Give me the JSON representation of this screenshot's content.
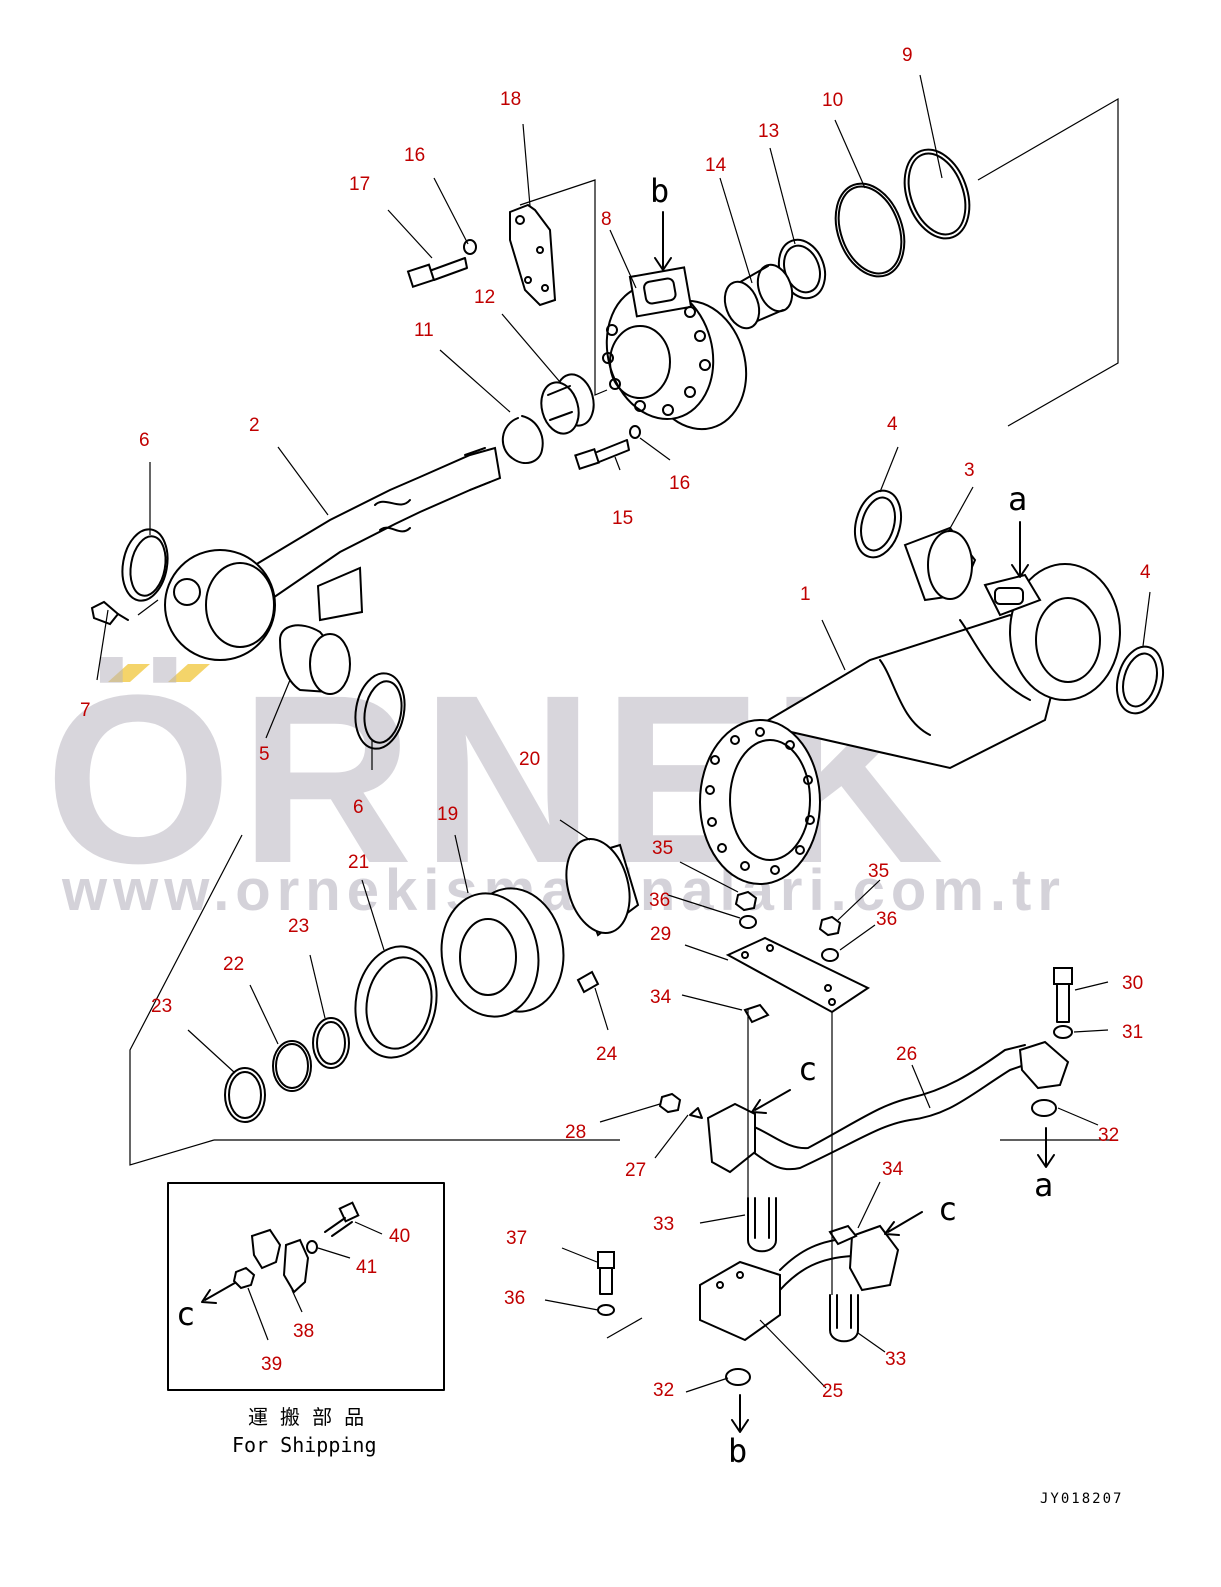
{
  "watermark": {
    "brand": "ÖRNEK",
    "url": "www.ornekismakinalari.com.tr",
    "brand_color": "#b8b4c0",
    "accent_color": "#f4d46a"
  },
  "labels": [
    {
      "id": "l1",
      "text": "1"
    },
    {
      "id": "l2",
      "text": "2"
    },
    {
      "id": "l3",
      "text": "3"
    },
    {
      "id": "l4a",
      "text": "4"
    },
    {
      "id": "l4b",
      "text": "4"
    },
    {
      "id": "l5",
      "text": "5"
    },
    {
      "id": "l6a",
      "text": "6"
    },
    {
      "id": "l6b",
      "text": "6"
    },
    {
      "id": "l7",
      "text": "7"
    },
    {
      "id": "l8",
      "text": "8"
    },
    {
      "id": "l9",
      "text": "9"
    },
    {
      "id": "l10",
      "text": "10"
    },
    {
      "id": "l11",
      "text": "11"
    },
    {
      "id": "l12",
      "text": "12"
    },
    {
      "id": "l13",
      "text": "13"
    },
    {
      "id": "l14",
      "text": "14"
    },
    {
      "id": "l15",
      "text": "15"
    },
    {
      "id": "l16a",
      "text": "16"
    },
    {
      "id": "l16b",
      "text": "16"
    },
    {
      "id": "l17",
      "text": "17"
    },
    {
      "id": "l18",
      "text": "18"
    },
    {
      "id": "l19",
      "text": "19"
    },
    {
      "id": "l20",
      "text": "20"
    },
    {
      "id": "l21",
      "text": "21"
    },
    {
      "id": "l22",
      "text": "22"
    },
    {
      "id": "l23a",
      "text": "23"
    },
    {
      "id": "l23b",
      "text": "23"
    },
    {
      "id": "l24",
      "text": "24"
    },
    {
      "id": "l25",
      "text": "25"
    },
    {
      "id": "l26",
      "text": "26"
    },
    {
      "id": "l27",
      "text": "27"
    },
    {
      "id": "l28",
      "text": "28"
    },
    {
      "id": "l29",
      "text": "29"
    },
    {
      "id": "l30",
      "text": "30"
    },
    {
      "id": "l31",
      "text": "31"
    },
    {
      "id": "l32a",
      "text": "32"
    },
    {
      "id": "l32b",
      "text": "32"
    },
    {
      "id": "l33a",
      "text": "33"
    },
    {
      "id": "l33b",
      "text": "33"
    },
    {
      "id": "l34a",
      "text": "34"
    },
    {
      "id": "l34b",
      "text": "34"
    },
    {
      "id": "l35a",
      "text": "35"
    },
    {
      "id": "l35b",
      "text": "35"
    },
    {
      "id": "l36a",
      "text": "36"
    },
    {
      "id": "l36b",
      "text": "36"
    },
    {
      "id": "l36c",
      "text": "36"
    },
    {
      "id": "l37",
      "text": "37"
    },
    {
      "id": "l38",
      "text": "38"
    },
    {
      "id": "l39",
      "text": "39"
    },
    {
      "id": "l40",
      "text": "40"
    },
    {
      "id": "l41",
      "text": "41"
    }
  ],
  "connection_letters": {
    "a": "a",
    "b": "b",
    "c": "c"
  },
  "shipping": {
    "jp": "運 搬 部 品",
    "en": "For Shipping"
  },
  "drawing_ref": "JY018207",
  "colors": {
    "label": "#c00000",
    "line": "#000000"
  }
}
